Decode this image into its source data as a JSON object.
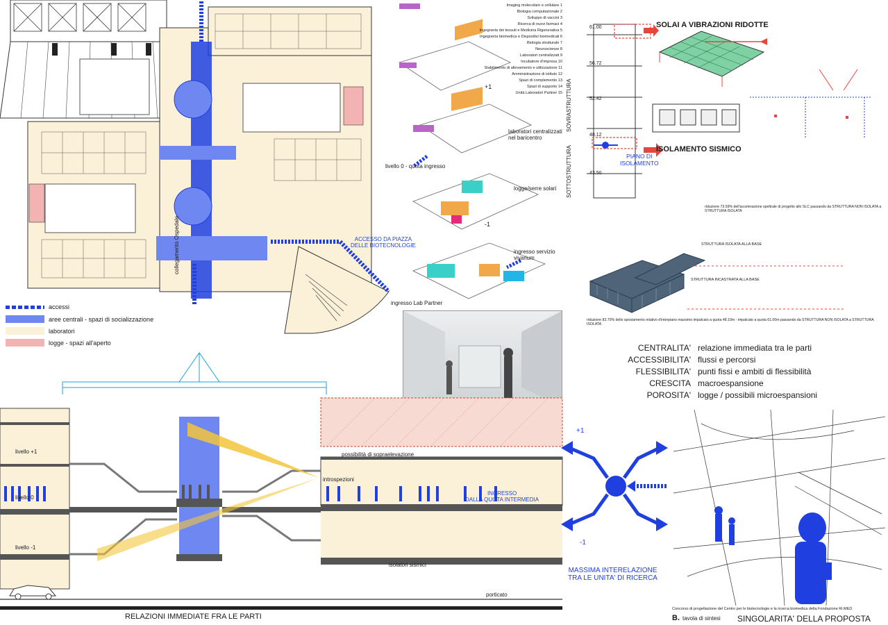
{
  "colors": {
    "accent_blue": "#1f3fe0",
    "central_area": "#6f87f0",
    "labs": "#fbf1d9",
    "loggia": "#f4b3b3",
    "red_arrow": "#e8463c",
    "yellow_ray": "#f3c63c"
  },
  "plan": {
    "labels": {
      "hospital_link": "collegamento Ospedale",
      "piazza_access": "ACCESSO DA PIAZZA\nDELLE BIOTECNOLOGIE"
    },
    "legend": [
      {
        "label": "accessi",
        "swatch": "dashed-blue"
      },
      {
        "label": "aree centrali - spazi di socializzazione",
        "swatch": "#6f87f0"
      },
      {
        "label": "laboratori",
        "swatch": "#fbf1d9"
      },
      {
        "label": "logge - spazi all'aperto",
        "swatch": "#f4b3b3"
      }
    ]
  },
  "axonometric": {
    "program": [
      "Imaging molecolare e cellulare 1",
      "Biologia computazionale 2",
      "Sviluppo di vaccini 3",
      "Ricerca di nuovi farmaci 4",
      "Ingegneria dei tessuti e Medicina Rigenerativa 5",
      "Ingegneria biomedica e Dispositivi biomedicali 6",
      "Biologia strutturale 7",
      "Neuroscienze 8",
      "Laboratori centralizzati 9",
      "Incubatore d'impresa 10",
      "Stabilimento di allevamento e utilizzazione 11",
      "Amministrazione di istituto 12",
      "Spazi di complemento 13",
      "Spazi di supporto 14",
      "Unità Laboratori Partner 15"
    ],
    "labels": {
      "level_plus1": "+1",
      "central_labs": "laboratori centralizzati\nnel baricentro",
      "level0": "livello 0 - quota ingresso",
      "loggias": "logge/serre solari",
      "level_minus1": "-1",
      "vivarium": "ingresso servizio\nvivarium",
      "lab_partner": "ingresso Lab Partner"
    }
  },
  "structure": {
    "section_labels": {
      "above": "SOVRASTRUTTURA",
      "below": "SOTTOSTRUTTURA",
      "isolation_plane": "PIANO DI\nISOLAMENTO"
    },
    "elevations": [
      "61.00",
      "56.72",
      "52.42",
      "48.12",
      "43.50"
    ],
    "titles": {
      "slabs": "SOLAI A VIBRAZIONI RIDOTTE",
      "seismic": "ISOLAMENTO SISMICO"
    },
    "notes": {
      "reduction1_pct": "73.59%",
      "reduction1": "riduzione 73.59% dell'accelerazione spettrale di progetto allo SLC passando da STRUTTURA NON ISOLATA a STRUTTURA ISOLATA",
      "base_isolated": "STRUTTURA ISOLATA ALLA BASE",
      "base_fixed": "STRUTTURA INCASTRATA ALLA BASE",
      "reduction2_pct": "83.70%",
      "reduction2": "riduzione 83.70% dello spostamento relativo d'interpiano massimo impalcato a quota 48.10m - impalcato a quota 61.00m passando da STRUTTURA NON ISOLATA a STRUTTURA ISOLATA"
    }
  },
  "principles": [
    {
      "keyword": "CENTRALITA'",
      "description": "relazione immediata tra le parti"
    },
    {
      "keyword": "ACCESSIBILITA'",
      "description": "flussi e percorsi"
    },
    {
      "keyword": "FLESSIBILITA'",
      "description": "punti fissi e ambiti di flessibilità"
    },
    {
      "keyword": "CRESCITA",
      "description": "macroespansione"
    },
    {
      "keyword": "POROSITA'",
      "description": "logge / possibili microespansioni"
    }
  ],
  "section": {
    "levels": [
      "livello +1",
      "livello 0",
      "livello -1"
    ],
    "labels": {
      "raise": "possibilità di sopraelevazione",
      "introspection": "introspezioni",
      "entrance": "INGRESSO\nDALLA QUOTA INTERMEDIA",
      "isolators": "isolatori sismici",
      "portico": "porticato"
    },
    "caption": "RELAZIONI IMMEDIATE FRA LE PARTI"
  },
  "diagram": {
    "plus": "+1",
    "minus": "-1",
    "caption": "MASSIMA INTERELAZIONE\nTRA LE UNITA' DI RICERCA"
  },
  "footer": {
    "competition": "Concorso di progettazione del Centro per le biotecnologie e la ricerca biomedica della Fondazione  Ri.MED.",
    "sheet_prefix": "B.",
    "sheet_name": "tavola di sintesi",
    "sheet_title": "SINGOLARITA' DELLA PROPOSTA"
  }
}
